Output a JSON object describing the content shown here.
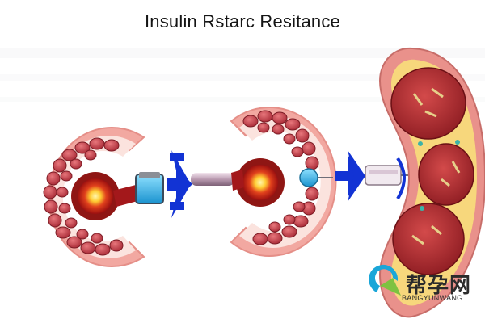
{
  "title": "Insulin Rstarc Resitance",
  "watermark": {
    "brand_text": "帮孕网",
    "brand_sub": "BANGYUNWANG",
    "logo_colors": [
      "#1aa6d8",
      "#7dc241"
    ]
  },
  "colors": {
    "background": "#ffffff",
    "tissue_outer": "#f2a8a1",
    "tissue_inner": "#fbe3de",
    "cell": "#c8414a",
    "nucleus_glow": "#ffcc33",
    "nucleus_core": "#b31a14",
    "arrow": "#1233d4",
    "connector": "#c9aebf",
    "receptor_cyan": "#38c0ee",
    "kidney_fill": "#f7d77c",
    "kidney_rim": "#e9918b"
  }
}
